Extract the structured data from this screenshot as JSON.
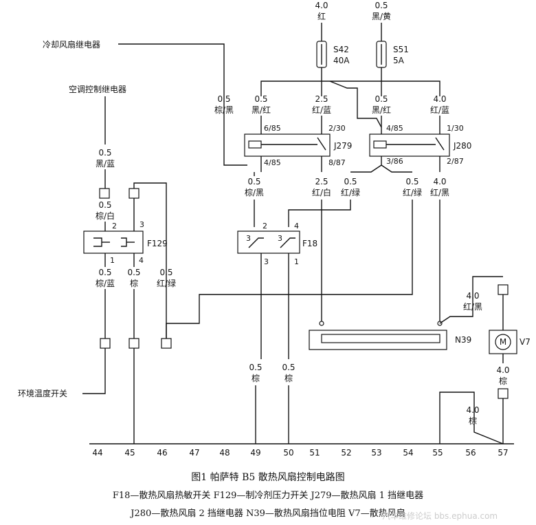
{
  "labels": {
    "cooling_fan_relay": "冷却风扇继电器",
    "ac_control_relay": "空调控制继电器",
    "ambient_temp_switch": "环境温度开关"
  },
  "fuses": {
    "s42": {
      "rating": "4.0",
      "color": "红",
      "name": "S42",
      "amps": "40A"
    },
    "s51": {
      "rating": "0.5",
      "color": "黑/黄",
      "name": "S51",
      "amps": "5A"
    }
  },
  "components": {
    "f129": "F129",
    "f18": "F18",
    "j279": "J279",
    "j280": "J280",
    "n39": "N39",
    "v7": "V7",
    "motor_symbol": "M"
  },
  "pins": {
    "j279_6": "6/85",
    "j279_2": "2/30",
    "j279_4": "4/85",
    "j279_8": "8/87",
    "j280_4": "4/85",
    "j280_1": "1/30",
    "j280_3": "3/86",
    "j280_2": "2/87",
    "f129_2": "2",
    "f129_3": "3",
    "f129_1": "1",
    "f129_4": "4",
    "f18_2": "2",
    "f18_4": "4",
    "f18_3a": "3",
    "f18_3b": "3",
    "f18_1": "1",
    "f18_3c": "3"
  },
  "wires": {
    "w1": {
      "size": "0.5",
      "color": "棕/黑"
    },
    "w2": {
      "size": "0.5",
      "color": "黑/红"
    },
    "w3": {
      "size": "2.5",
      "color": "红/蓝"
    },
    "w4": {
      "size": "0.5",
      "color": "黑/红"
    },
    "w5": {
      "size": "4.0",
      "color": "红/蓝"
    },
    "w6": {
      "size": "0.5",
      "color": "黑/蓝"
    },
    "w7": {
      "size": "0.5",
      "color": "棕/白"
    },
    "w8": {
      "size": "0.5",
      "color": "棕/黑"
    },
    "w9": {
      "size": "2.5",
      "color": "红/白"
    },
    "w10": {
      "size": "0.5",
      "color": "红/绿"
    },
    "w11": {
      "size": "0.5",
      "color": "红/绿"
    },
    "w12": {
      "size": "4.0",
      "color": "红/黑"
    },
    "w13": {
      "size": "0.5",
      "color": "棕/蓝"
    },
    "w14": {
      "size": "0.5",
      "color": "棕"
    },
    "w15": {
      "size": "0.5",
      "color": "红/绿"
    },
    "w16": {
      "size": "4.0",
      "color": "红/黑"
    },
    "w17": {
      "size": "0.5",
      "color": "棕"
    },
    "w18": {
      "size": "0.5",
      "color": "棕"
    },
    "w19": {
      "size": "4.0",
      "color": "棕"
    },
    "w20": {
      "size": "4.0",
      "color": "棕"
    }
  },
  "bus_numbers": [
    "44",
    "45",
    "46",
    "47",
    "48",
    "49",
    "50",
    "51",
    "52",
    "53",
    "54",
    "55",
    "56",
    "57"
  ],
  "caption": {
    "title": "图1  帕萨特 B5 散热风扇控制电路图",
    "line1": "F18—散热风扇热敏开关    F129—制冷剂压力开关    J279—散热风扇 1 挡继电器",
    "line2": "J280—散热风扇 2 挡继电器    N39—散热风扇挡位电阻    V7—散热风扇",
    "watermark": "汽车维修论坛 bbs.ephua.com"
  }
}
